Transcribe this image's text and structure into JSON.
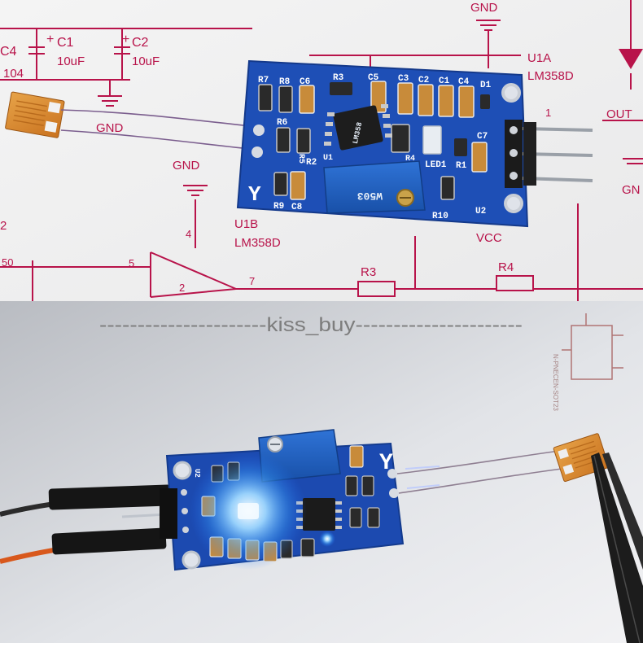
{
  "watermark": {
    "text": "----------------------kiss_buy----------------------"
  },
  "schematic": {
    "labels": {
      "c4": "C4",
      "c4_val": "104",
      "c1": "C1",
      "c1_val": "10uF",
      "c2": "C2",
      "c2_val": "10uF",
      "gnd_top": "GND",
      "gnd_left": "GND",
      "gnd_mid": "GND",
      "u1a": "U1A",
      "u1a_part": "LM358D",
      "out": "OUT",
      "gnd_right": "GN",
      "u1b": "U1B",
      "u1b_part": "LM358D",
      "pin4": "4",
      "pin5": "5",
      "pin7": "7",
      "pin1": "1",
      "pin2": "2",
      "r3": "R3",
      "r4": "R4",
      "vcc": "VCC",
      "left_2": "2",
      "left_50": "50",
      "plus": "+"
    }
  },
  "board_top": {
    "silk": {
      "r7": "R7",
      "r8": "R8",
      "c6": "C6",
      "r3": "R3",
      "c5": "C5",
      "c3": "C3",
      "c2": "C2",
      "c1": "C1",
      "c4": "C4",
      "d1": "D1",
      "r6": "R6",
      "r5": "R5",
      "r2": "R2",
      "u1": "U1",
      "r4": "R4",
      "c7": "C7",
      "led1": "LED1",
      "r1": "R1",
      "r9": "R9",
      "c8": "C8",
      "r10": "R10",
      "u2": "U2",
      "y": "Y",
      "pot": "W503",
      "ic": "LM358"
    }
  },
  "board_bottom": {
    "silk": {
      "y": "Y",
      "u2": "U2"
    }
  },
  "colors": {
    "pcb": "#1f4fb5",
    "pcb_dark": "#173b8c",
    "schematic": "#b8134a",
    "gauge": "#d9882a",
    "led": "#bfe6ff"
  }
}
